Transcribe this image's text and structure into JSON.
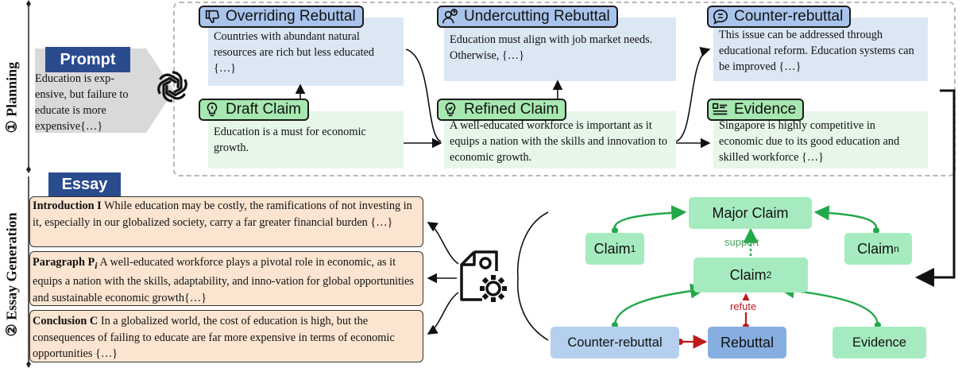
{
  "sections": {
    "planning": "① Planning",
    "generation": "② Essay Generation"
  },
  "prompt": {
    "title": "Prompt",
    "text": "Education is exp-ensive, but failure to educate is more expensive{…}"
  },
  "planning": {
    "overriding_rebuttal": {
      "label": "Overriding Rebuttal",
      "text": "Countries with abundant natural resources are rich but less educated {…}"
    },
    "undercutting_rebuttal": {
      "label": "Undercutting Rebuttal",
      "text": "Education must align with job market needs. Otherwise, {…}"
    },
    "counter_rebuttal": {
      "label": "Counter-rebuttal",
      "text": "This issue can be addressed through educational reform. Education systems can be improved {…}"
    },
    "draft_claim": {
      "label": "Draft Claim",
      "text": "Education is a must for economic growth."
    },
    "refined_claim": {
      "label": "Refined Claim",
      "text": "A well-educated workforce is important as it equips a nation with the skills and innovation to economic growth."
    },
    "evidence": {
      "label": "Evidence",
      "text": "Singapore is highly competitive in economic due to its good education and skilled workforce {…}"
    }
  },
  "essay": {
    "title": "Essay",
    "introduction": {
      "heading": "Introduction I",
      "text": "While education may be costly, the ramifications of not investing in it, especially in our globalized society, carry a far greater financial burden {…}"
    },
    "paragraph": {
      "heading": "Paragraph P",
      "subscript": "i",
      "text": "A well-educated workforce plays a pivotal role in economic, as it equips a nation with the skills, adaptability, and inno-vation for global opportunities and sustainable economic growth{…}"
    },
    "conclusion": {
      "heading": "Conclusion C",
      "text": "In a globalized world, the cost of education is high, but the consequences of failing to educate are far more expensive in terms of economic opportunities {…}"
    }
  },
  "graph": {
    "major_claim": "Major Claim",
    "claim1": "Claim",
    "claim1_sub": "1",
    "claimn": "Claim",
    "claimn_sub": "n",
    "claim2": "Claim",
    "claim2_sub": "2",
    "counter_rebuttal": "Counter-rebuttal",
    "rebuttal": "Rebuttal",
    "evidence": "Evidence",
    "support_label": "support",
    "refute_label": "refute"
  },
  "colors": {
    "accent_blue": "#2a4b8e",
    "support_green": "#22a84a",
    "refute_red": "#c0191c",
    "essay_fill": "#fbe5d0"
  }
}
